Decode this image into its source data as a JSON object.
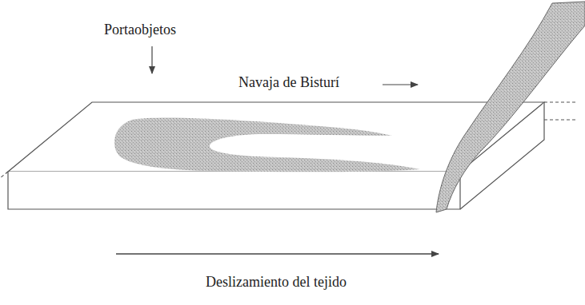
{
  "diagram": {
    "labels": [
      "Portaobjetos",
      "Navaja de Bisturí",
      "Deslizamiento del tejido"
    ]
  }
}
